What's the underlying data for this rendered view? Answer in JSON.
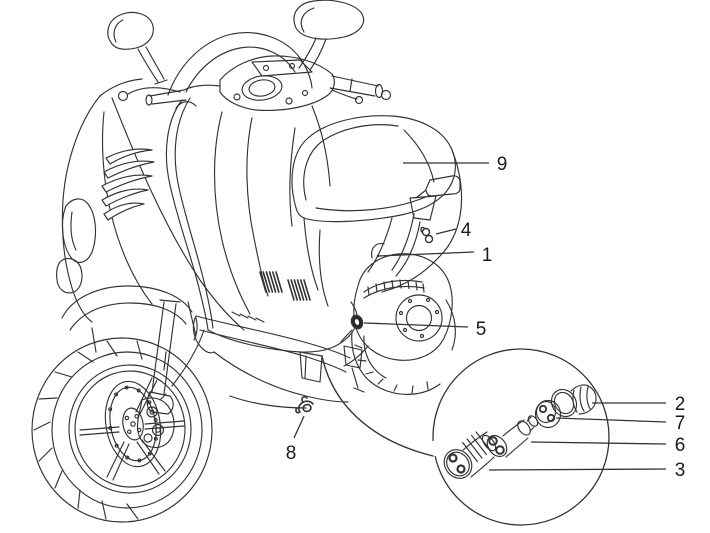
{
  "figure": {
    "background_color": "#ffffff",
    "line_color": "#333333",
    "label_color": "#1a1a1a"
  },
  "callouts": {
    "main": [
      {
        "id": "9",
        "label": "9"
      },
      {
        "id": "4",
        "label": "4"
      },
      {
        "id": "1",
        "label": "1"
      },
      {
        "id": "5",
        "label": "5"
      },
      {
        "id": "8",
        "label": "8"
      }
    ],
    "detail": [
      {
        "id": "2",
        "label": "2"
      },
      {
        "id": "7",
        "label": "7"
      },
      {
        "id": "6",
        "label": "6"
      },
      {
        "id": "3",
        "label": "3"
      }
    ]
  }
}
